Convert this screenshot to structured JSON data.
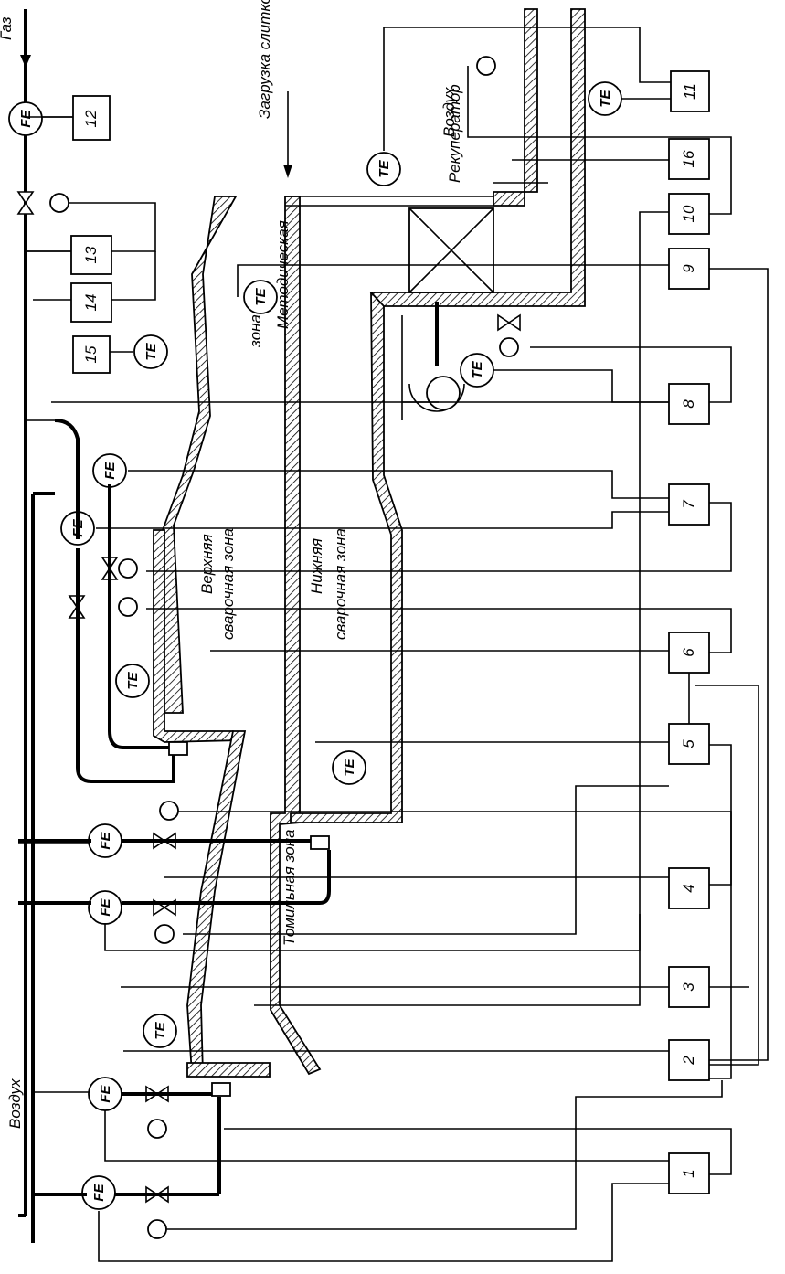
{
  "labels": {
    "gas": "Газ",
    "air_left": "Воздух",
    "loading": "Загрузка слитков",
    "recuperator": "Рекуператор",
    "air_recuperator": "Воздух",
    "methodical_zone_1": "Методическая",
    "methodical_zone_2": "зона",
    "upper_zone_1": "Верхняя",
    "upper_zone_2": "сварочная зона",
    "lower_zone_1": "Нижняя",
    "lower_zone_2": "сварочная зона",
    "soaking_zone": "Томильная зона"
  },
  "symbols": {
    "flow": "FE",
    "temp": "TE"
  },
  "blocks": [
    "1",
    "2",
    "3",
    "4",
    "5",
    "6",
    "7",
    "8",
    "9",
    "10",
    "11",
    "12",
    "13",
    "14",
    "15",
    "16"
  ]
}
